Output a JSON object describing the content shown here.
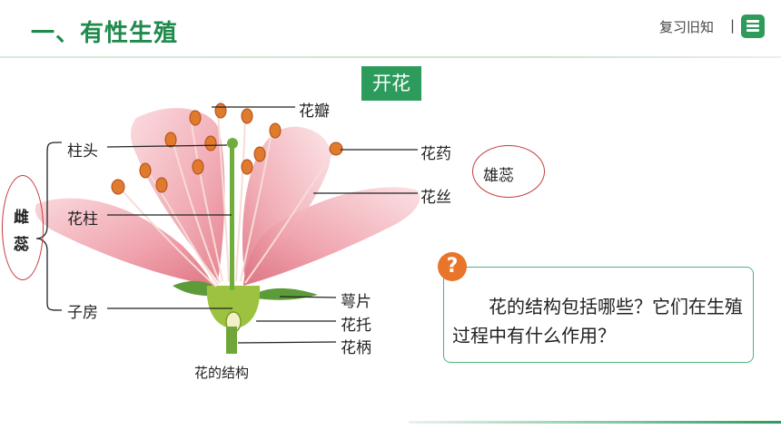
{
  "header": {
    "title": "一、有性生殖",
    "review_label": "复习旧知",
    "separator": "|",
    "icon": "book-icon"
  },
  "slide": {
    "section_tag": "开花",
    "figure_caption": "花的结构",
    "labels": {
      "petal": "花瓣",
      "stigma": "柱头",
      "style": "花柱",
      "ovary": "子房",
      "anther": "花药",
      "filament": "花丝",
      "sepal": "萼片",
      "receptacle": "花托",
      "pedicel": "花柄"
    },
    "pistil_group": "雌蕊",
    "stamen_group": "雄蕊",
    "question": {
      "icon": "question-icon",
      "text": "花的结构包括哪些？它们在生殖过程中有什么作用？"
    }
  },
  "colors": {
    "accent": "#2d9b5c",
    "title": "#1f8a4c",
    "circle": "#c53a3a",
    "question_icon": "#e8752a"
  }
}
